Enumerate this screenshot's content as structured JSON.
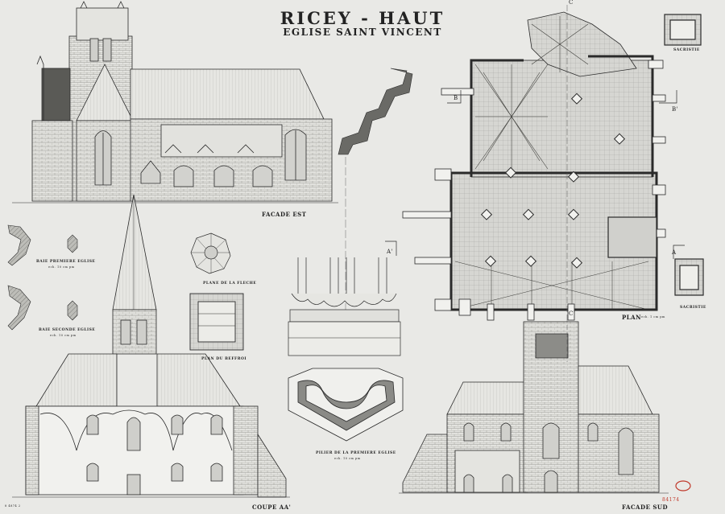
{
  "title": "RICEY - HAUT",
  "subtitle": "EGLISE SAINT VINCENT",
  "labels": {
    "facade_est": "FACADE EST",
    "facade_sud": "FACADE SUD",
    "coupe": "COUPE AA'",
    "plan": "PLAN",
    "plan_scale": "ech. 1 cm pm",
    "sacristie_top": "SACRISTIE",
    "sacristie_bottom": "SACRISTIE",
    "baie_premiere": "BAIE PREMIERE EGLISE",
    "baie_premiere_scale": "ech. 10 cm pm",
    "baie_seconde": "BAIE SECONDE EGLISE",
    "baie_seconde_scale": "ech. 10 cm pm",
    "plane_fleche": "PLANE DE LA FLECHE",
    "plan_beffroi": "PLAN DU BEFFROI",
    "pilier": "PILIER DE LA PREMIERE EGLISE",
    "pilier_scale": "ech. 10 cm pm",
    "sheet_number": "8 4874 2",
    "stamp": "84174"
  },
  "section_marks": {
    "c_top": "C",
    "c_bottom": "C'",
    "a_prime": "A'",
    "a": "A",
    "b": "B",
    "b_prime": "B'"
  },
  "colors": {
    "paper": "#e9e9e6",
    "ink": "#2a2a2a",
    "hatch": "#8a8a86",
    "stamp": "#c0392b"
  }
}
